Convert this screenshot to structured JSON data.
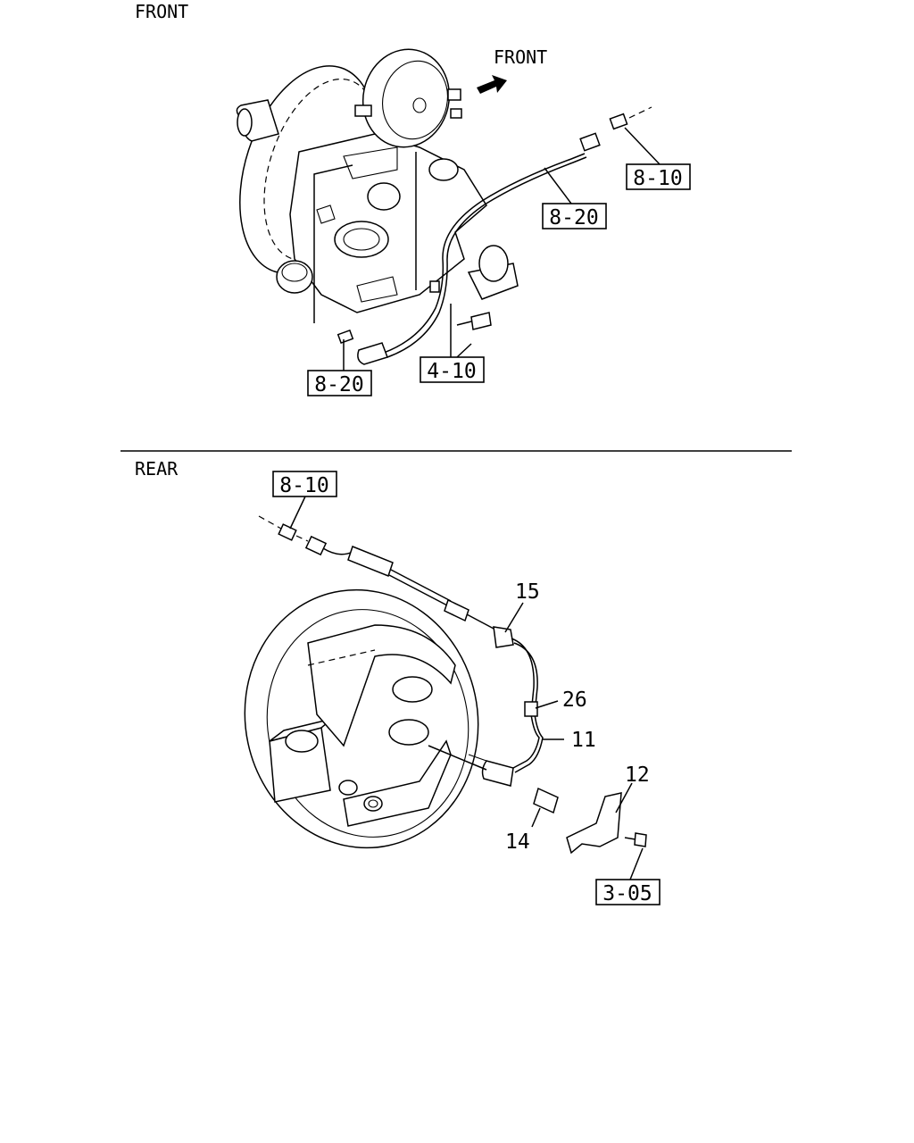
{
  "sections": {
    "front": {
      "title": "FRONT",
      "direction_label": "FRONT",
      "refs": {
        "connector_top": "8-10",
        "harness": "8-20",
        "sensor": "8-20",
        "bolts": "4-10"
      }
    },
    "rear": {
      "title": "REAR",
      "refs": {
        "connector": "8-10",
        "bolt": "3-05"
      },
      "parts": {
        "clip": "15",
        "grommet": "26",
        "sensor_cable": "11",
        "bracket": "12",
        "bushing": "14"
      }
    }
  },
  "icons": [
    "direction-arrow-icon"
  ],
  "colors": {
    "ink": "#000000",
    "paper": "#ffffff"
  }
}
